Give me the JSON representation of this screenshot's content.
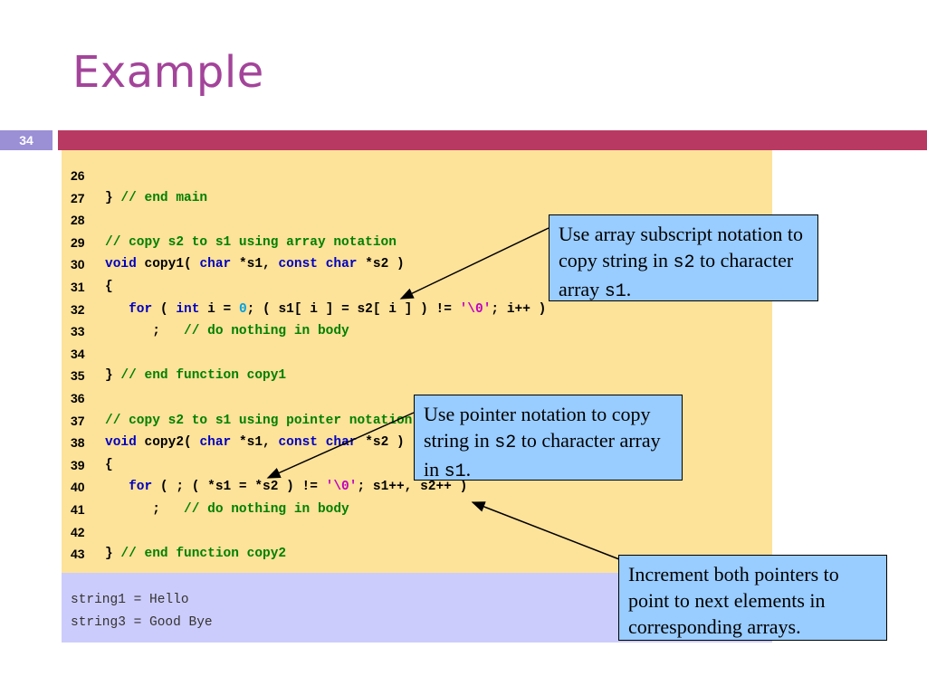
{
  "title": "Example",
  "slide_number": "34",
  "code_lines": [
    {
      "num": "26",
      "text": ""
    },
    {
      "num": "27",
      "text": "} // end main"
    },
    {
      "num": "28",
      "text": ""
    },
    {
      "num": "29",
      "text": "// copy s2 to s1 using array notation"
    },
    {
      "num": "30",
      "text": "void copy1( char *s1, const char *s2 )"
    },
    {
      "num": "31",
      "text": "{"
    },
    {
      "num": "32",
      "text": "   for ( int i = 0; ( s1[ i ] = s2[ i ] ) != '\\0'; i++ )"
    },
    {
      "num": "33",
      "text": "      ;   // do nothing in body"
    },
    {
      "num": "34",
      "text": ""
    },
    {
      "num": "35",
      "text": "} // end function copy1"
    },
    {
      "num": "36",
      "text": ""
    },
    {
      "num": "37",
      "text": "// copy s2 to s1 using pointer notation"
    },
    {
      "num": "38",
      "text": "void copy2( char *s1, const char *s2 )"
    },
    {
      "num": "39",
      "text": "{"
    },
    {
      "num": "40",
      "text": "   for ( ; ( *s1 = *s2 ) != '\\0'; s1++, s2++ )"
    },
    {
      "num": "41",
      "text": "      ;   // do nothing in body"
    },
    {
      "num": "42",
      "text": ""
    },
    {
      "num": "43",
      "text": "} // end function copy2"
    }
  ],
  "output_lines": [
    "string1 = Hello",
    "string3 = Good Bye"
  ],
  "callouts": {
    "array": {
      "t1": "Use array subscript notation to copy string in ",
      "c1": "s2",
      "t2": " to character array ",
      "c2": "s1",
      "t3": "."
    },
    "pointer": {
      "t1": "Use pointer notation to copy string in ",
      "c1": "s2",
      "t2": " to character array in ",
      "c2": "s1",
      "t3": "."
    },
    "increment": {
      "text": "Increment both pointers to point to next elements in corresponding arrays."
    }
  },
  "colors": {
    "title": "#a3449a",
    "bar": "#b83a62",
    "slide_number_bg": "#9b8fd6",
    "code_bg": "#fde29a",
    "output_bg": "#ccccfc",
    "callout_bg": "#99ccff",
    "keyword": "#0000c0",
    "comment": "#008000"
  }
}
